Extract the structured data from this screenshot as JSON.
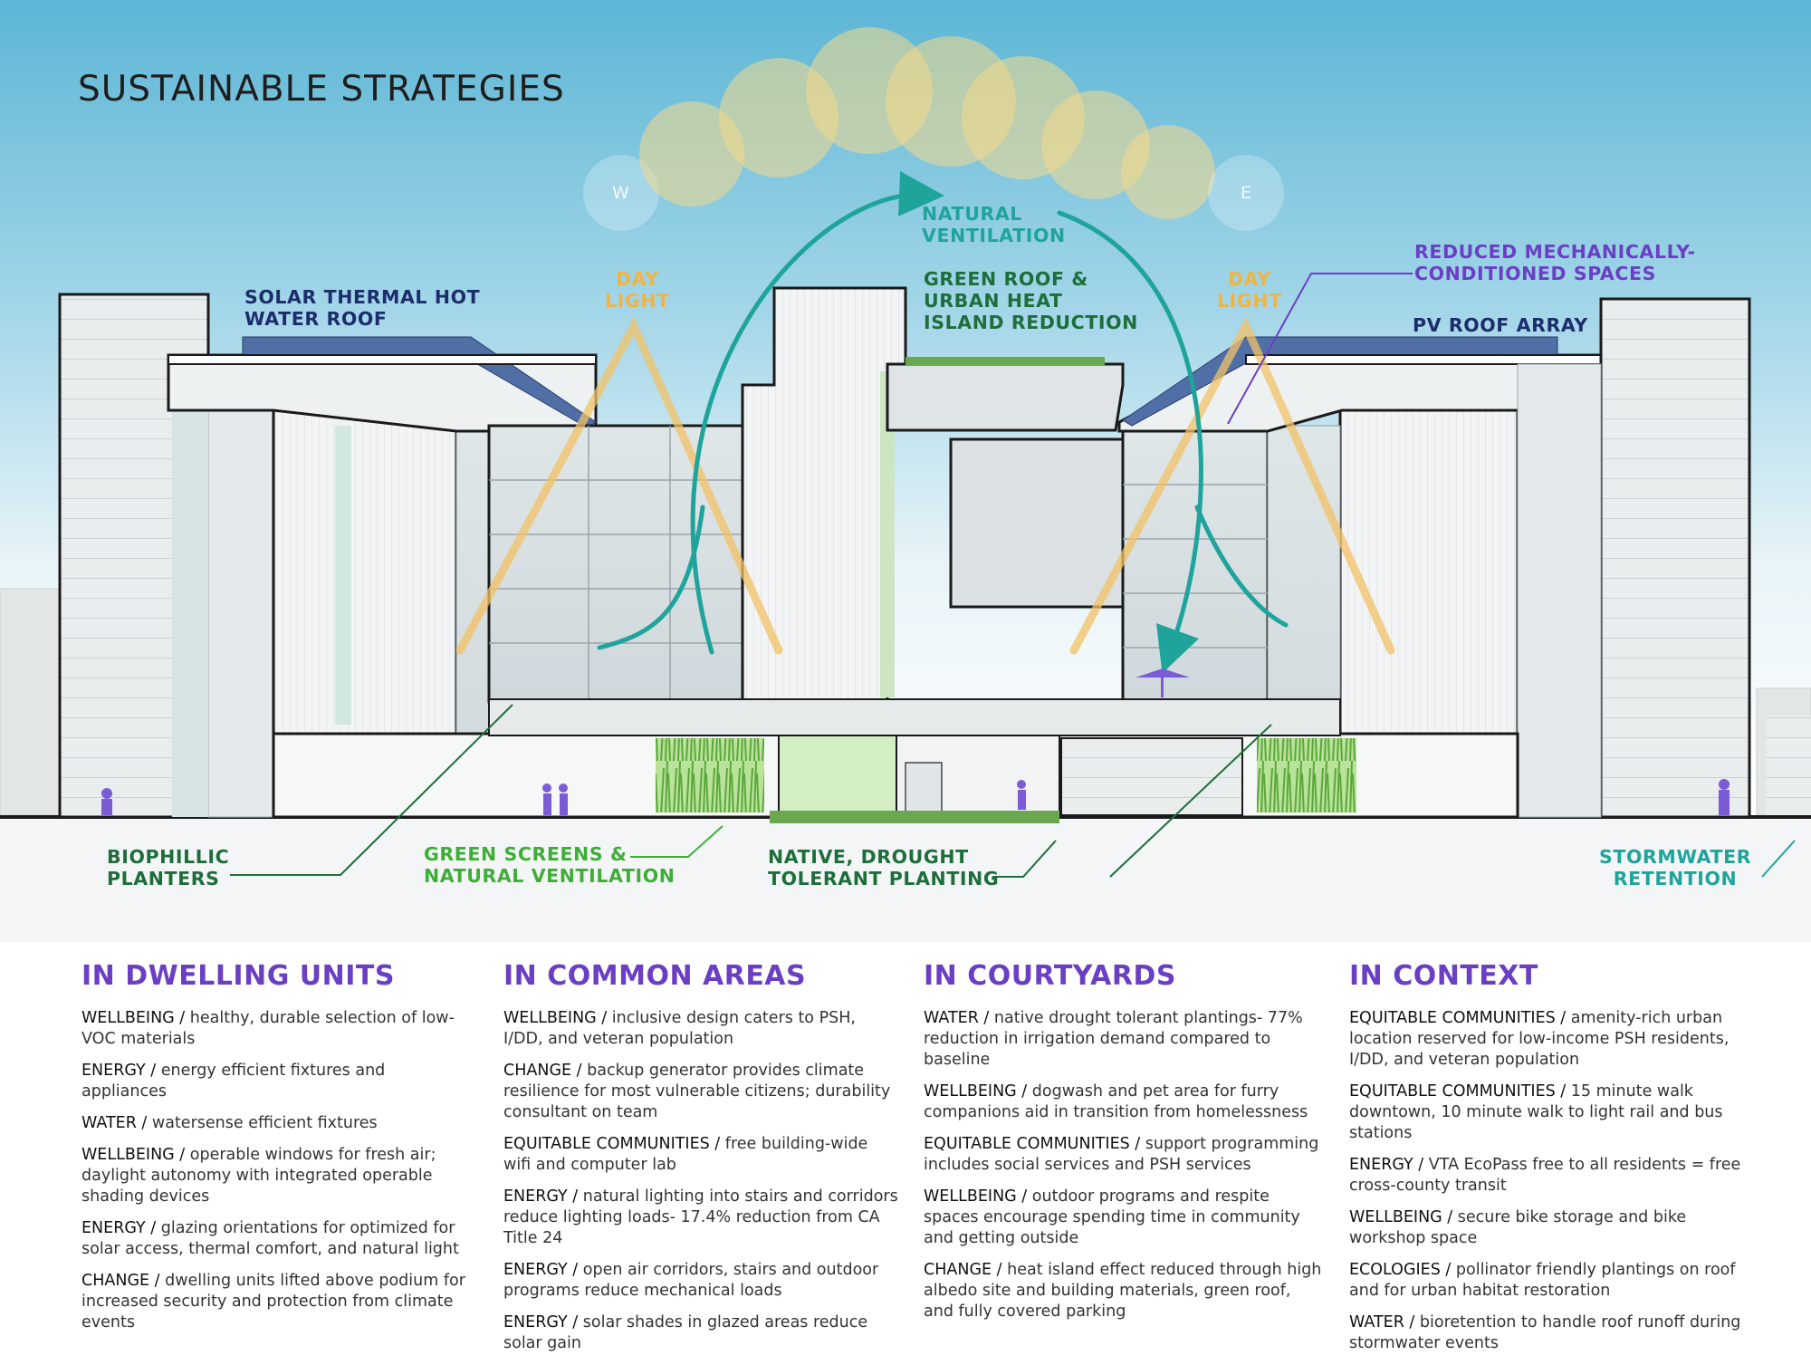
{
  "title": "SUSTAINABLE STRATEGIES",
  "compass": {
    "west": "W",
    "east": "E"
  },
  "labels": {
    "solar_thermal": [
      "SOLAR THERMAL HOT",
      "WATER ROOF"
    ],
    "day_light_left": [
      "DAY",
      "LIGHT"
    ],
    "natural_ventilation": [
      "NATURAL",
      "VENTILATION"
    ],
    "green_roof": [
      "GREEN ROOF &",
      "URBAN HEAT",
      "ISLAND REDUCTION"
    ],
    "day_light_right": [
      "DAY",
      "LIGHT"
    ],
    "reduced_mech": [
      "REDUCED MECHANICALLY-",
      "CONDITIONED SPACES"
    ],
    "pv_roof": [
      "PV ROOF ARRAY"
    ],
    "biophillic": [
      "BIOPHILLIC",
      "PLANTERS"
    ],
    "green_screens": [
      "GREEN SCREENS &",
      "NATURAL VENTILATION"
    ],
    "native_planting": [
      "NATIVE, DROUGHT",
      "TOLERANT PLANTING"
    ],
    "stormwater": [
      "STORMWATER",
      "RETENTION"
    ]
  },
  "colors": {
    "navy": "#1c2d6b",
    "green": "#1d6e3a",
    "light_green": "#3fae38",
    "teal": "#1fa49c",
    "purple": "#6a3fc4",
    "orange": "#f0b445",
    "sky_top": "#5bb6d6"
  },
  "columns": [
    {
      "heading": "IN DWELLING UNITS",
      "items": [
        {
          "key": "WELLBEING /",
          "text": "healthy, durable selection of low-VOC materials"
        },
        {
          "key": "ENERGY /",
          "text": "energy efficient fixtures and appliances"
        },
        {
          "key": "WATER /",
          "text": "watersense efficient fixtures"
        },
        {
          "key": "WELLBEING /",
          "text": "operable windows for fresh air; daylight autonomy with integrated operable shading devices"
        },
        {
          "key": "ENERGY /",
          "text": "glazing orientations for optimized for solar access, thermal comfort, and natural light"
        },
        {
          "key": "CHANGE /",
          "text": "dwelling units lifted above podium for increased security and protection from climate events"
        }
      ]
    },
    {
      "heading": "IN COMMON AREAS",
      "items": [
        {
          "key": "WELLBEING /",
          "text": "inclusive design caters to PSH, I/DD, and veteran population"
        },
        {
          "key": "CHANGE /",
          "text": "backup generator provides climate resilience for most vulnerable citizens; durability consultant on team"
        },
        {
          "key": "EQUITABLE COMMUNITIES /",
          "text": "free building-wide wifi and computer lab"
        },
        {
          "key": "ENERGY /",
          "text": "natural lighting into stairs and corridors reduce lighting loads- 17.4% reduction from CA Title 24"
        },
        {
          "key": "ENERGY /",
          "text": "open air corridors, stairs and outdoor programs reduce mechanical loads"
        },
        {
          "key": "ENERGY /",
          "text": "solar shades in glazed areas reduce solar gain"
        }
      ]
    },
    {
      "heading": "IN COURTYARDS",
      "items": [
        {
          "key": "WATER /",
          "text": "native drought tolerant plantings- 77% reduction in irrigation demand compared to baseline"
        },
        {
          "key": "WELLBEING /",
          "text": "dogwash and pet area for furry companions aid in transition from homelessness"
        },
        {
          "key": "EQUITABLE COMMUNITIES /",
          "text": "support programming includes social services and PSH services"
        },
        {
          "key": "WELLBEING /",
          "text": "outdoor programs and respite spaces encourage spending time in community and getting outside"
        },
        {
          "key": "CHANGE /",
          "text": "heat island effect reduced through high albedo site and building materials, green roof, and fully covered parking"
        }
      ]
    },
    {
      "heading": "IN CONTEXT",
      "items": [
        {
          "key": "EQUITABLE COMMUNITIES /",
          "text": "amenity-rich urban location reserved for low-income PSH residents, I/DD, and veteran population"
        },
        {
          "key": "EQUITABLE COMMUNITIES /",
          "text": "15 minute walk downtown, 10 minute walk to light rail and bus stations"
        },
        {
          "key": "ENERGY /",
          "text": "VTA EcoPass free to all residents = free cross-county transit"
        },
        {
          "key": "WELLBEING /",
          "text": "secure bike storage and bike workshop space"
        },
        {
          "key": "ECOLOGIES /",
          "text": "pollinator friendly plantings on roof and for urban habitat restoration"
        },
        {
          "key": "WATER /",
          "text": "bioretention to handle roof runoff during stormwater events"
        }
      ]
    }
  ]
}
